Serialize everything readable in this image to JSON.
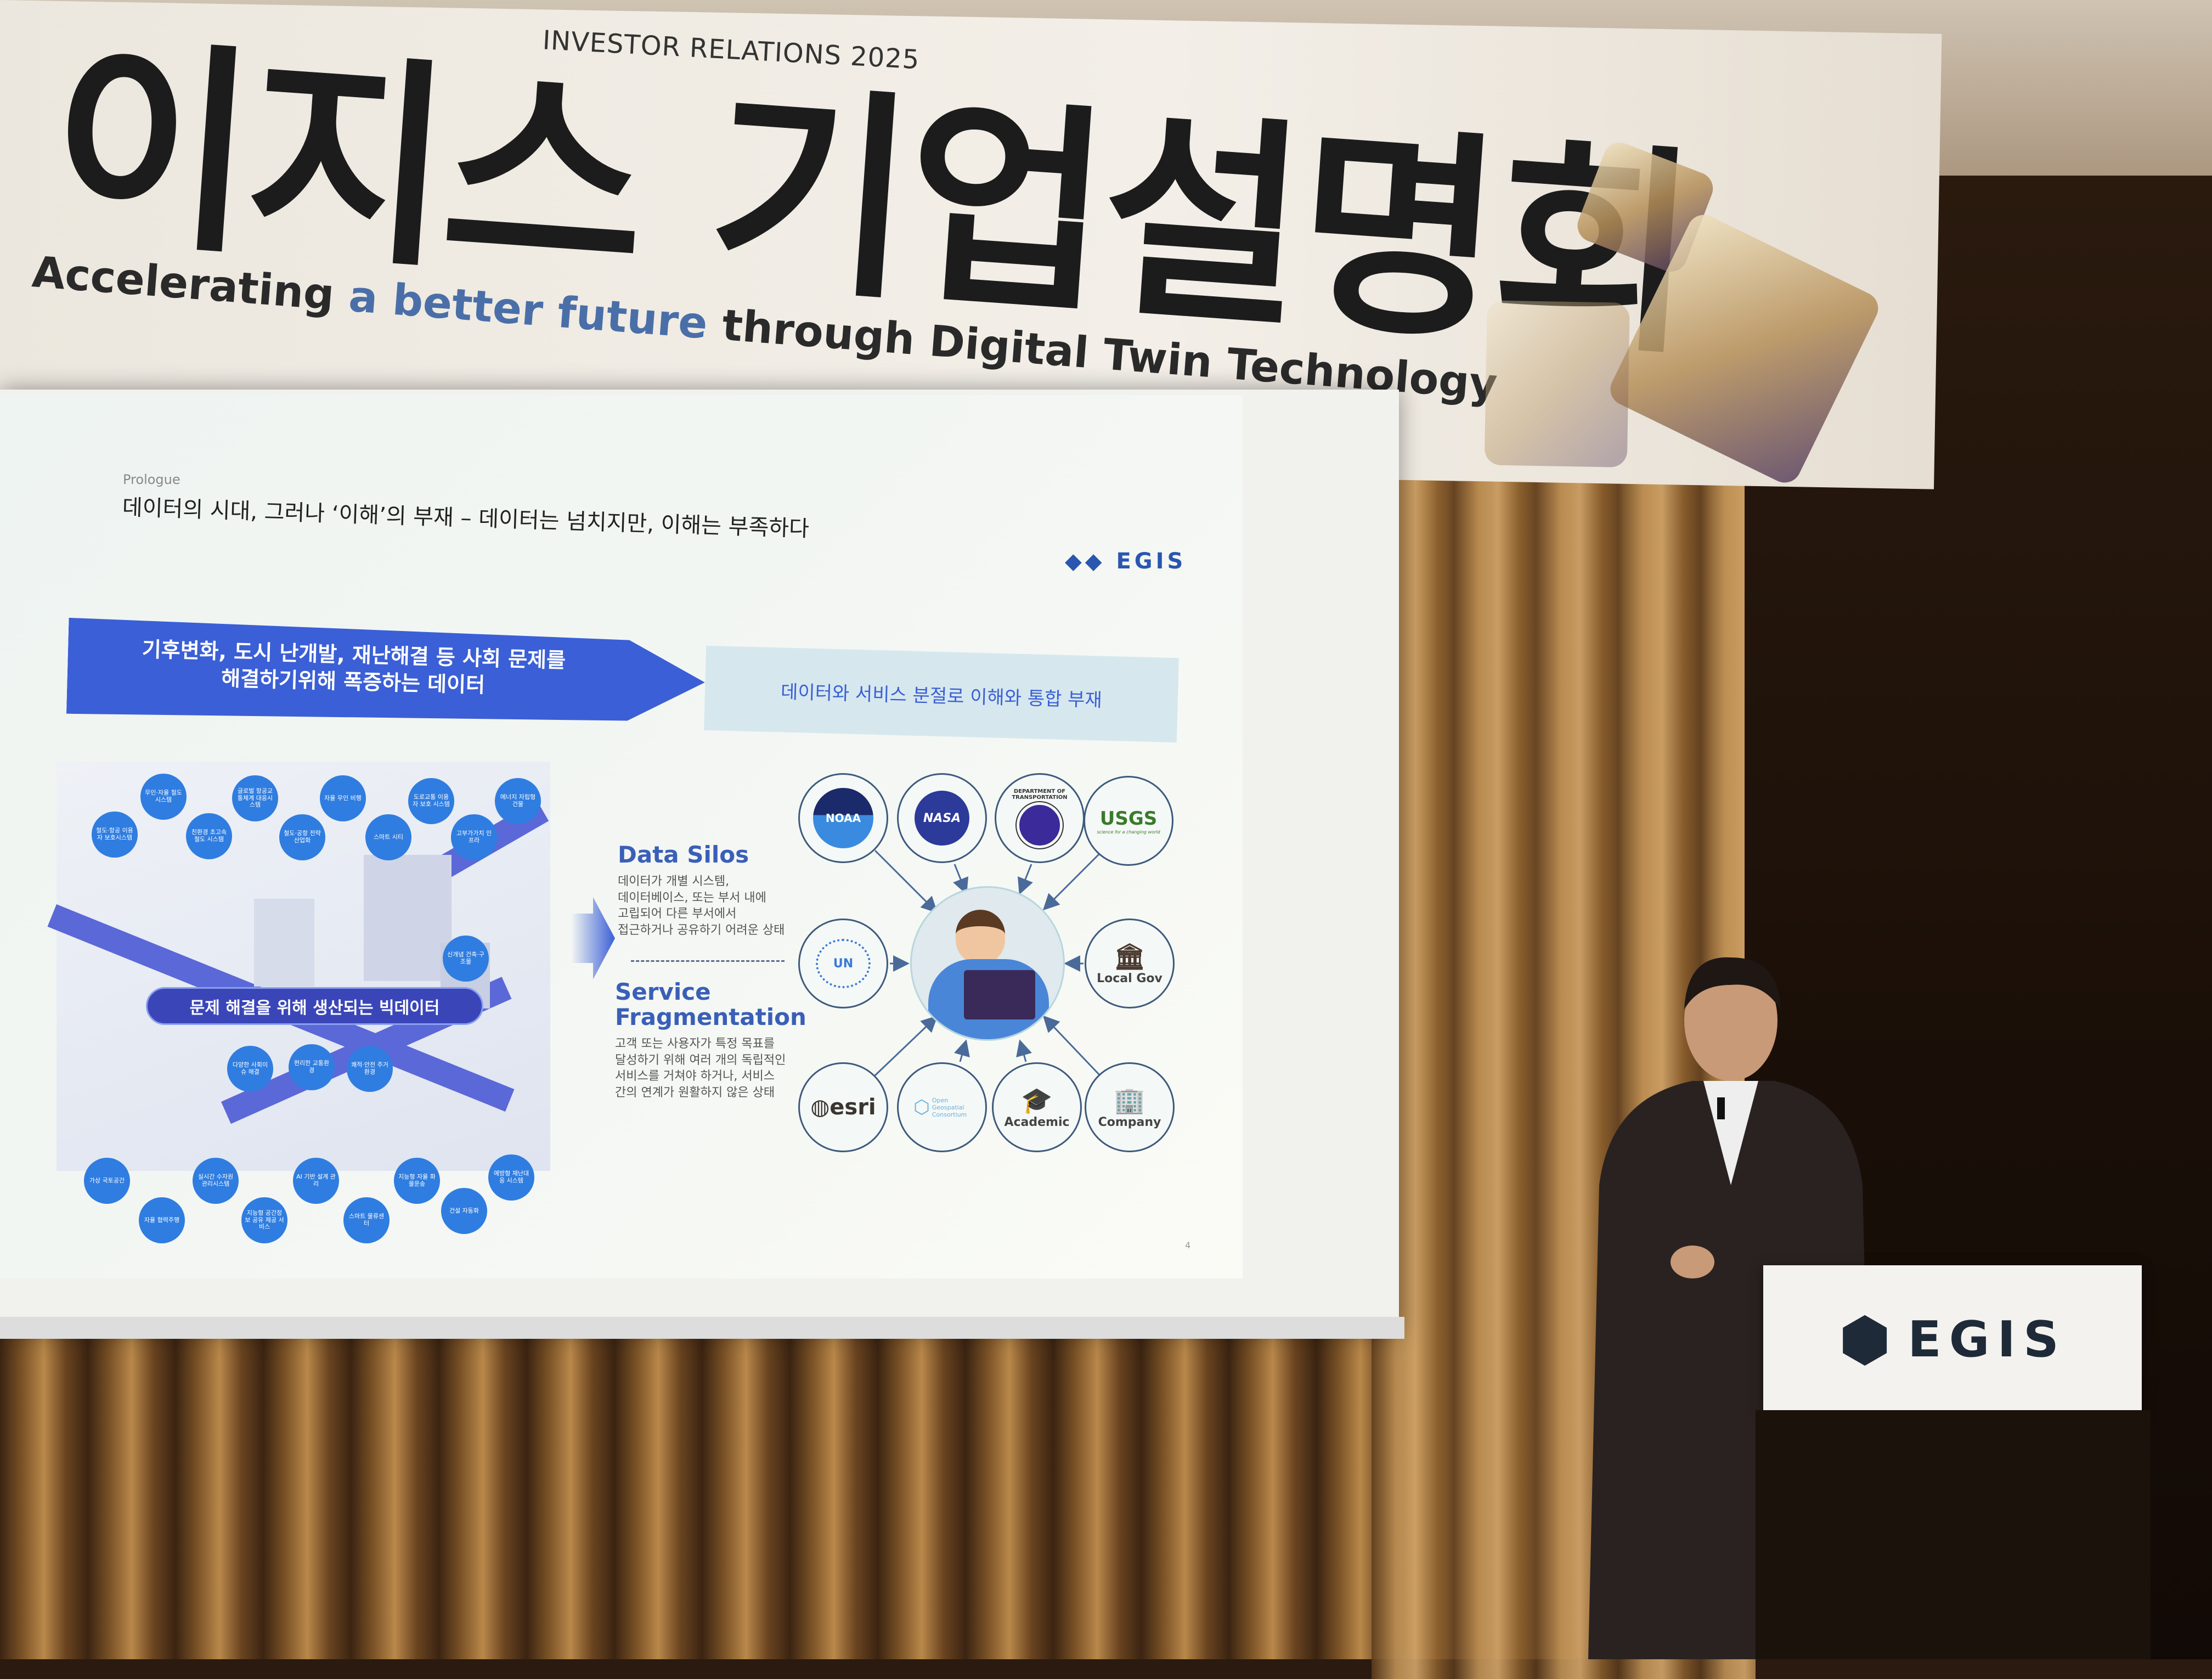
{
  "banner": {
    "event_label": "INVESTOR RELATIONS 2025",
    "title": "이지스 기업설명회",
    "subtitle_part1": "Accelerating",
    "subtitle_part2": "a better future",
    "subtitle_part3": "through Digital Twin Technology"
  },
  "slide": {
    "section": "Prologue",
    "heading": "데이터의 시대, 그러나 ‘이해’의 부재 – 데이터는 넘치지만, 이해는 부족하다",
    "logo_text": "EGIS",
    "arrow_text_line1": "기후변화, 도시 난개발, 재난해결 등 사회 문제를",
    "arrow_text_line2": "해결하기위해 폭증하는 데이터",
    "right_box_text": "데이터와 서비스 분절로 이해와 통합 부재",
    "illustration_banner": "문제 해결을 위해 생산되는 빅데이터",
    "bubbles": [
      "철도·항공 이용자 보호시스템",
      "무인·자율 철도시스템",
      "친환경 초고속 철도 시스템",
      "글로벌 항공교통체계 대응시스템",
      "철도·공항 전략산업화",
      "자율 무인 비행",
      "스마트 시티",
      "도로교통 이용자 보호 시스템",
      "고부가가치 인프라",
      "에너지 자립형 건물",
      "신개념 건축·구조물",
      "다양한 사회이슈 해결",
      "편리한 교통환경",
      "쾌적·안전 주거환경",
      "가상 국토공간",
      "자율 협력주행",
      "실시간 수자원 관리시스템",
      "지능형 공간정보 공유 제공 서비스",
      "AI 기반 설계 관리",
      "스마트 물류센터",
      "지능형 자율 화물운송",
      "건설 자동화",
      "예방형 재난대응 시스템"
    ],
    "data_silos_title": "Data Silos",
    "data_silos_desc": [
      "데이터가 개별 시스템,",
      "데이터베이스, 또는 부서 내에",
      "고립되어 다른 부서에서",
      "접근하거나 공유하기 어려운 상태"
    ],
    "service_frag_title_1": "Service",
    "service_frag_title_2": "Fragmentation",
    "service_frag_desc": [
      "고객 또는 사용자가 특정 목표를",
      "달성하기 위해 여러 개의 독립적인",
      "서비스를 거쳐야 하거나, 서비스",
      "간의 연계가 원활하지 않은 상태"
    ],
    "orgs": {
      "noaa": "NOAA",
      "nasa": "NASA",
      "dot": "DEPARTMENT OF TRANSPORTATION",
      "usgs": "USGS",
      "usgs_tagline": "science for a changing world",
      "un": "UN",
      "local_gov": "Local Gov",
      "esri": "esri",
      "ogc": "Open Geospatial Consortium",
      "academic": "Academic",
      "company": "Company"
    },
    "page_number": "4"
  },
  "podium": {
    "logo_text": "EGIS"
  },
  "colors": {
    "slide_blue": "#3b5fd6",
    "bubble_blue": "#2f7de0",
    "heading_blue": "#3a5fb8"
  }
}
